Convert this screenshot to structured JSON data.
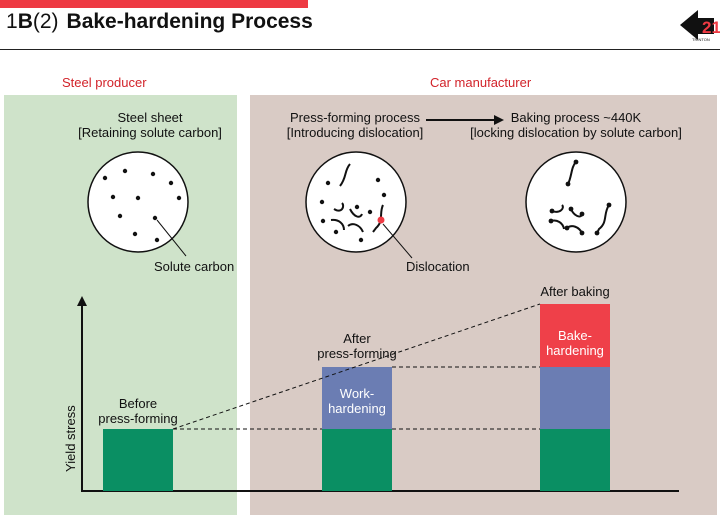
{
  "header": {
    "title_num": "1",
    "title_b": "B",
    "title_paren": "(2)",
    "title_text": "Bake-hardening Process",
    "logo_number": "21",
    "logo_text": "TRINTON"
  },
  "sections": {
    "left": "Steel producer",
    "right": "Car manufacturer"
  },
  "stages": {
    "steel_sheet": {
      "line1": "Steel sheet",
      "line2": "[Retaining solute carbon]"
    },
    "press_forming": {
      "line1": "Press-forming process",
      "line2": "[Introducing dislocation]"
    },
    "baking": {
      "line1": "Baking process ~440K",
      "line2": "[locking dislocation by solute carbon]"
    }
  },
  "callouts": {
    "solute_carbon": "Solute carbon",
    "dislocation": "Dislocation"
  },
  "chart": {
    "ylabel": "Yield stress",
    "bars": [
      {
        "label": "Before\npress-forming",
        "segments": [
          {
            "name": "base",
            "color": "#0a8f63"
          }
        ]
      },
      {
        "label": "After\npress-forming",
        "segments": [
          {
            "name": "base",
            "color": "#0a8f63"
          },
          {
            "name": "Work-\nhardening",
            "color": "#6b7db3"
          }
        ]
      },
      {
        "label": "After baking",
        "segments": [
          {
            "name": "base",
            "color": "#0a8f63"
          },
          {
            "name": "work",
            "color": "#6b7db3"
          },
          {
            "name": "Bake-\nhardening",
            "color": "#ef4049"
          }
        ]
      }
    ],
    "work_label": "Work-\nhardening",
    "bake_label": "Bake-\nhardening"
  },
  "colors": {
    "accent_red": "#ee3a43",
    "steel_panel": "#cfe3ca",
    "car_panel": "#d9cbc5",
    "base_green": "#0a8f63",
    "work_blue": "#6b7db3",
    "bake_red": "#ef4049"
  }
}
